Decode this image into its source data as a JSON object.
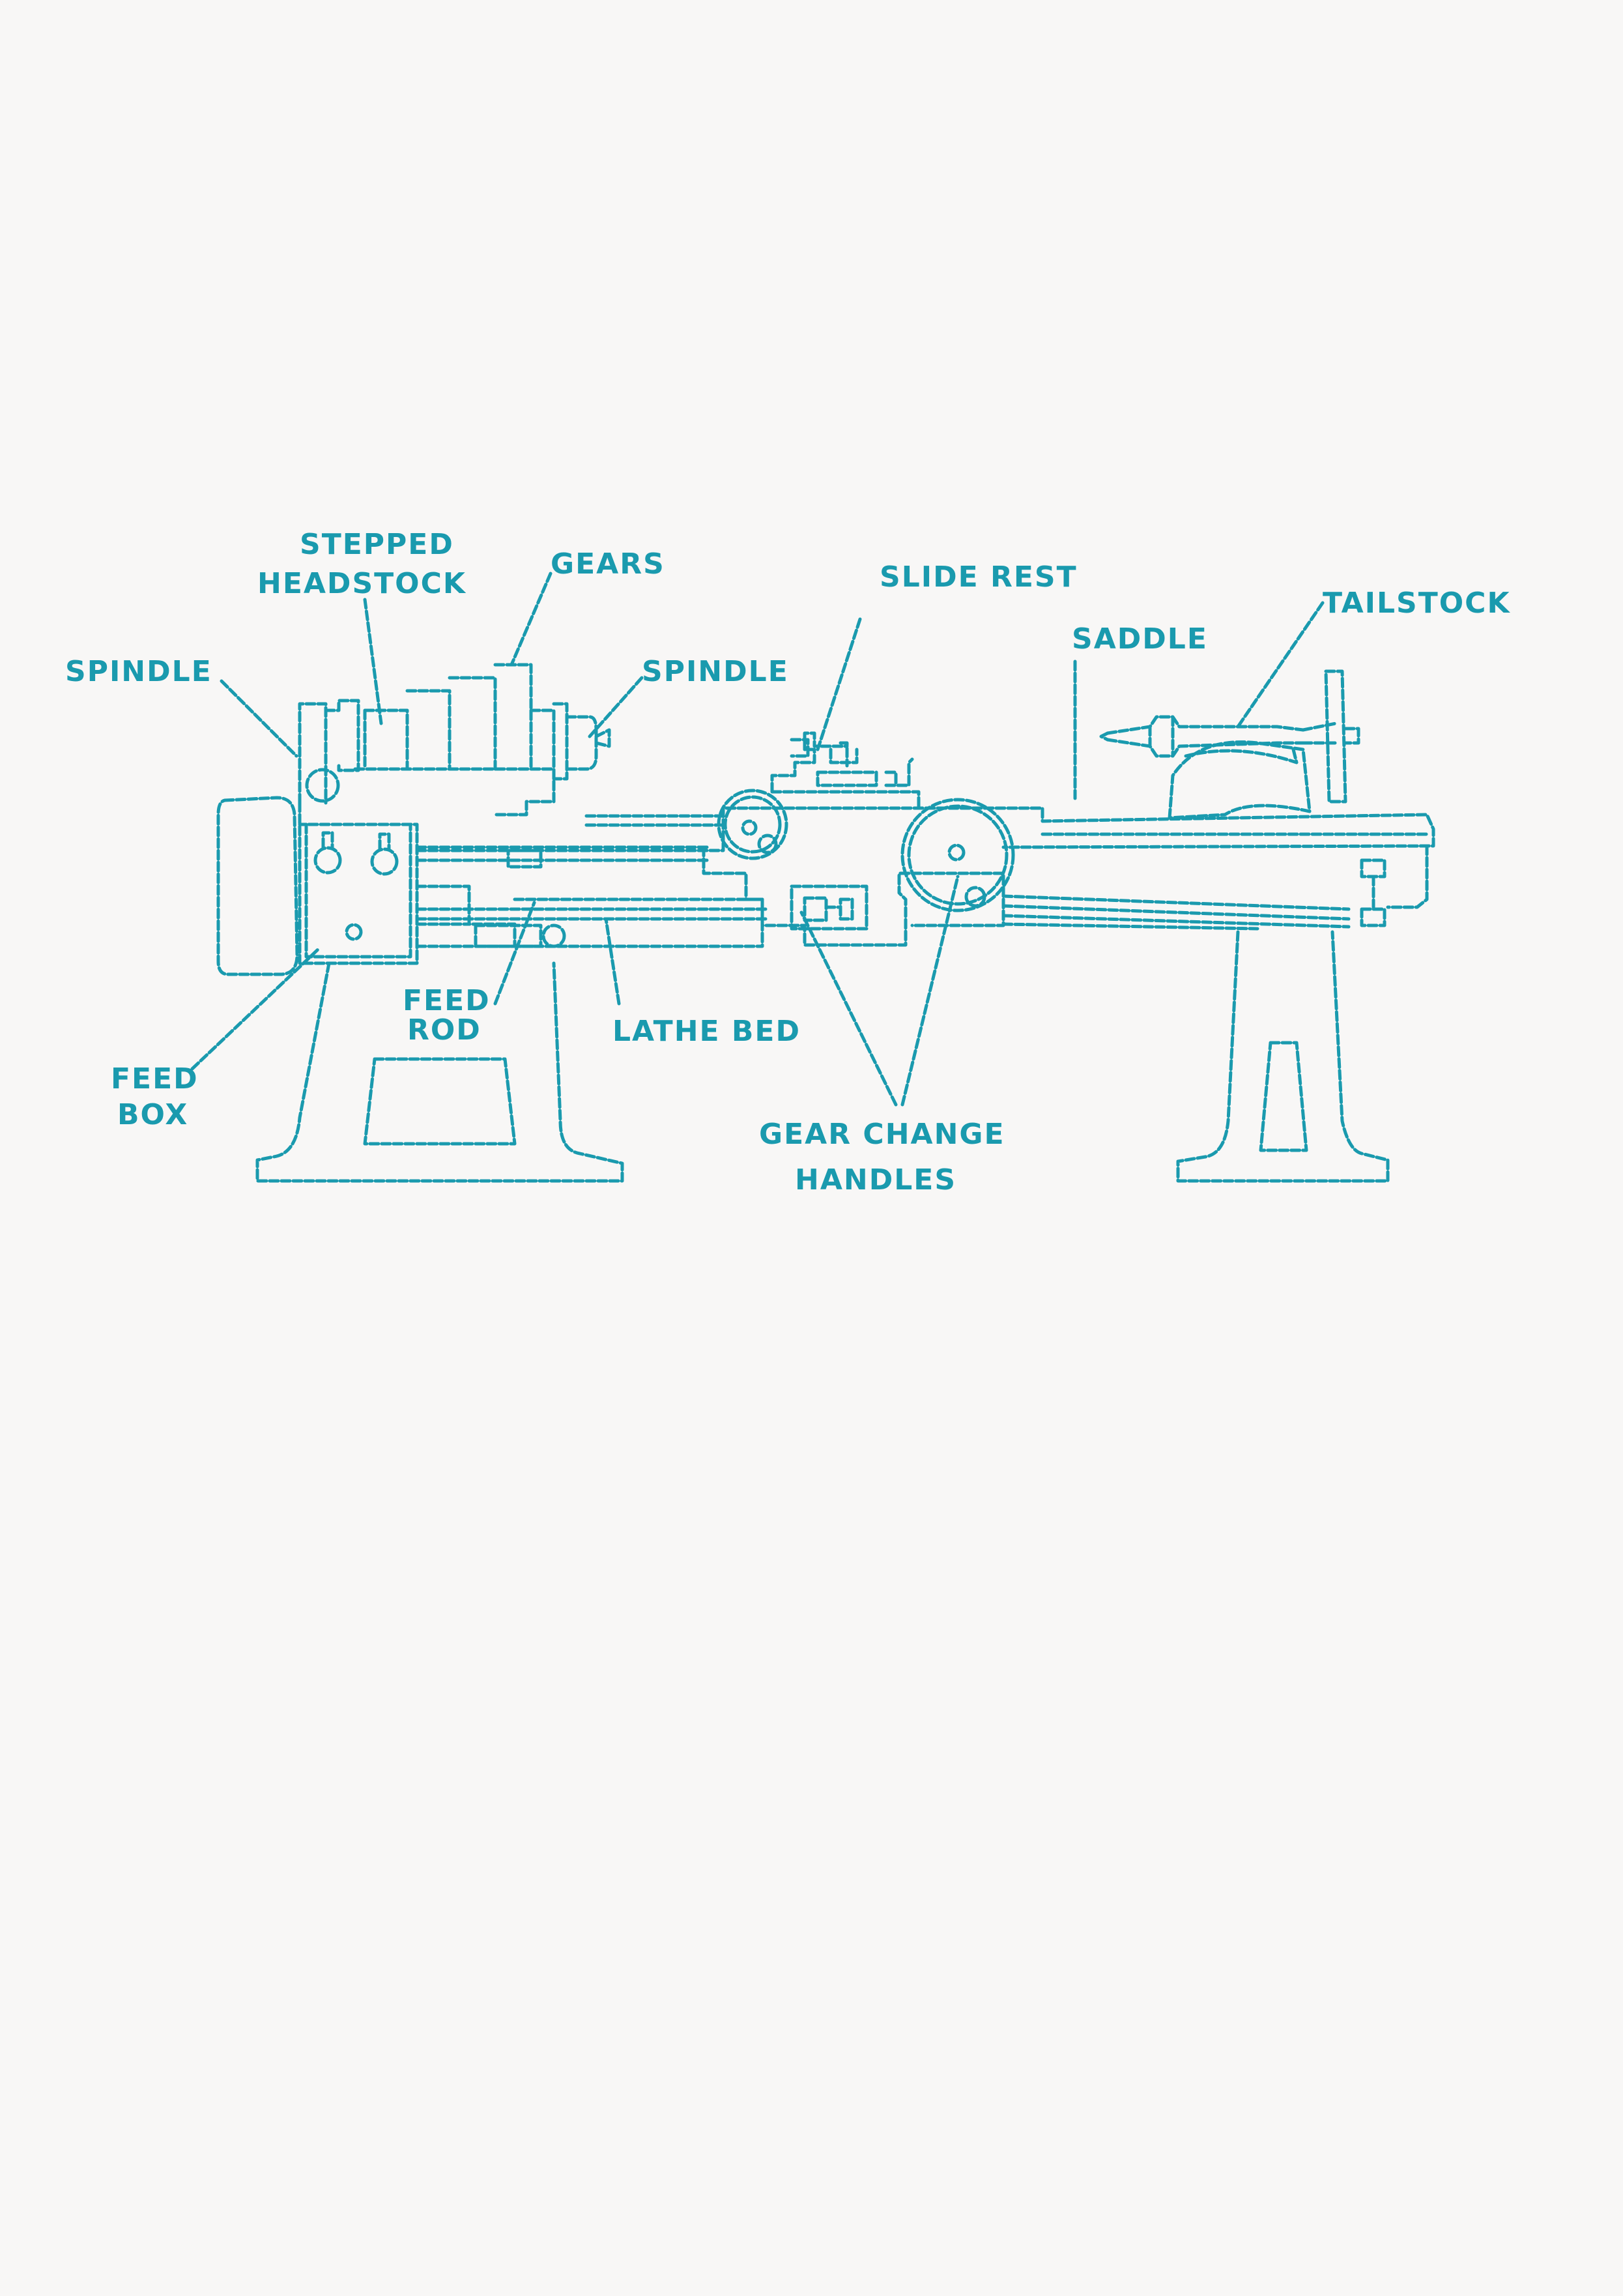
{
  "colors": {
    "background": "#f8f7f6",
    "thread": "#1a9aae"
  },
  "labels": {
    "stepped_headstock_line1": "STEPPED",
    "stepped_headstock_line2": "HEADSTOCK",
    "gears": "GEARS",
    "slide_rest": "SLIDE REST",
    "tailstock": "TAILSTOCK",
    "saddle": "SADDLE",
    "spindle_left": "SPINDLE",
    "spindle_right": "SPINDLE",
    "feed_rod_line1": "FEED",
    "feed_rod_line2": "ROD",
    "lathe_bed": "LATHE BED",
    "feed_box_line1": "FEED",
    "feed_box_line2": "BOX",
    "gear_change_line1": "GEAR CHANGE",
    "gear_change_line2": "HANDLES"
  }
}
